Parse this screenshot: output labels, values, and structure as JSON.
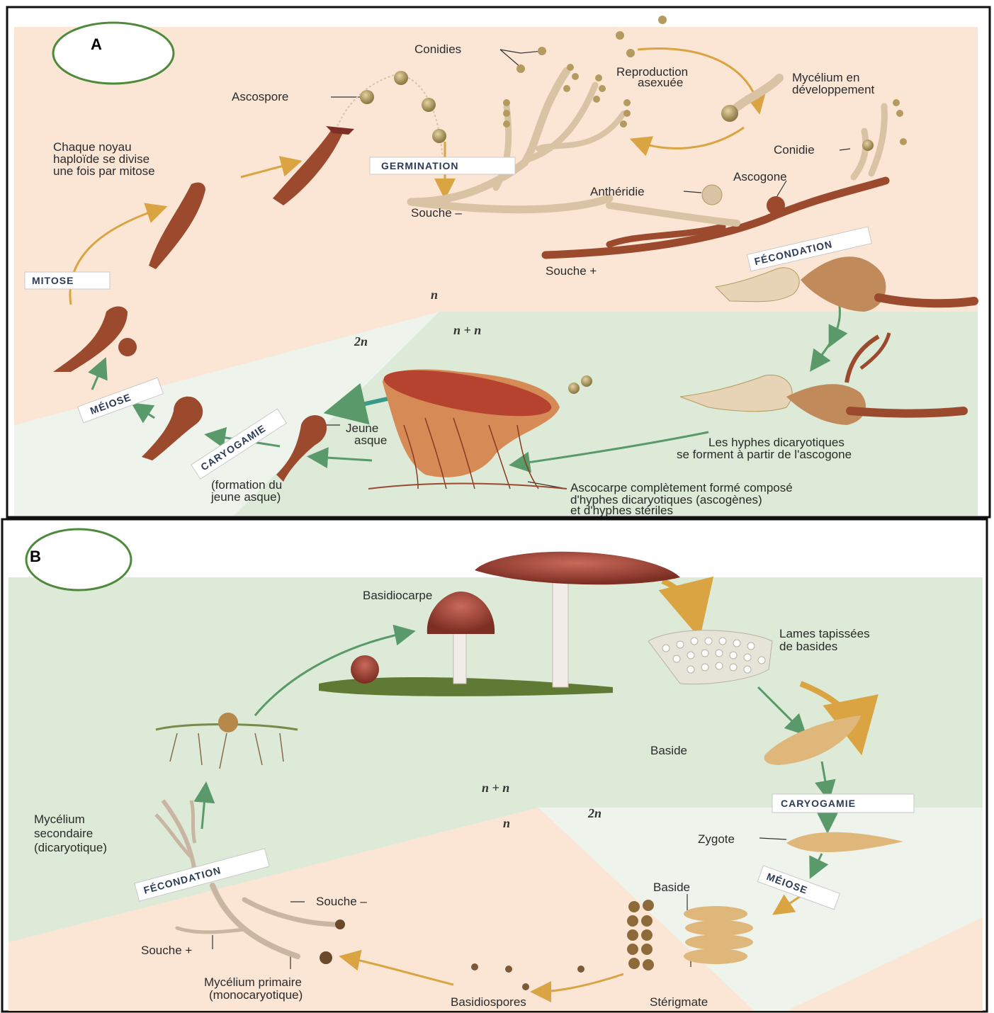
{
  "panel_a": {
    "letter": "A",
    "labels": {
      "conidies": "Conidies",
      "reproduction": "Reproduction",
      "asexuee": "asexuée",
      "mycelium_en": "Mycélium en",
      "developpement": "développement",
      "ascospore": "Ascospore",
      "chaque_noyau_1": "Chaque noyau",
      "chaque_noyau_2": "haploïde se divise",
      "chaque_noyau_3": "une fois par mitose",
      "conidie": "Conidie",
      "ascogone": "Ascogone",
      "antheridie": "Anthéridie",
      "souche_minus": "Souche –",
      "souche_plus": "Souche +",
      "jeune_asque_1": "Jeune",
      "jeune_asque_2": "asque",
      "formation_1": "(formation du",
      "formation_2": "jeune asque)",
      "hyphes_1": "Les hyphes dicaryotiques",
      "hyphes_2": "se forment à partir de l'ascogone",
      "ascocarpe_1": "Ascocarpe complètement formé composé",
      "ascocarpe_2": "d'hyphes dicaryotiques (ascogènes)",
      "ascocarpe_3": "et d'hyphes stériles"
    },
    "stages": {
      "germination": "GERMINATION",
      "mitose": "MITOSE",
      "fecondation": "FÉCONDATION",
      "meiose": "MÉIOSE",
      "caryogamie": "CARYOGAMIE"
    },
    "ploidy": {
      "n": "n",
      "n_plus_n": "n + n",
      "two_n": "2n"
    }
  },
  "panel_b": {
    "letter": "B",
    "labels": {
      "basidiocarpe": "Basidiocarpe",
      "lames_1": "Lames tapissées",
      "lames_2": "de basides",
      "baside_top": "Baside",
      "zygote": "Zygote",
      "baside_bottom": "Baside",
      "sterigmate": "Stérigmate",
      "basidiospores": "Basidiospores",
      "mycelium_primaire_1": "Mycélium primaire",
      "mycelium_primaire_2": "(monocaryotique)",
      "souche_minus": "Souche –",
      "souche_plus": "Souche +",
      "mycelium_secondaire_1": "Mycélium",
      "mycelium_secondaire_2": "secondaire",
      "mycelium_secondaire_3": "(dicaryotique)"
    },
    "stages": {
      "caryogamie": "CARYOGAMIE",
      "meiose": "MÉIOSE",
      "fecondation": "FÉCONDATION"
    },
    "ploidy": {
      "n": "n",
      "n_plus_n": "n + n",
      "two_n": "2n"
    }
  },
  "colors": {
    "haploid_bg": "#fbe6d6",
    "dikaryon_bg": "#dcead7",
    "diploid_bg": "#eef3ec",
    "fungus_brown": "#9b4a2e",
    "hypha_tan": "#d9c3a5",
    "spore": "#b49a5e",
    "arrow_green": "#5a9a6a",
    "arrow_gold": "#d9a441",
    "ellipse_green": "#4f8a3c"
  }
}
